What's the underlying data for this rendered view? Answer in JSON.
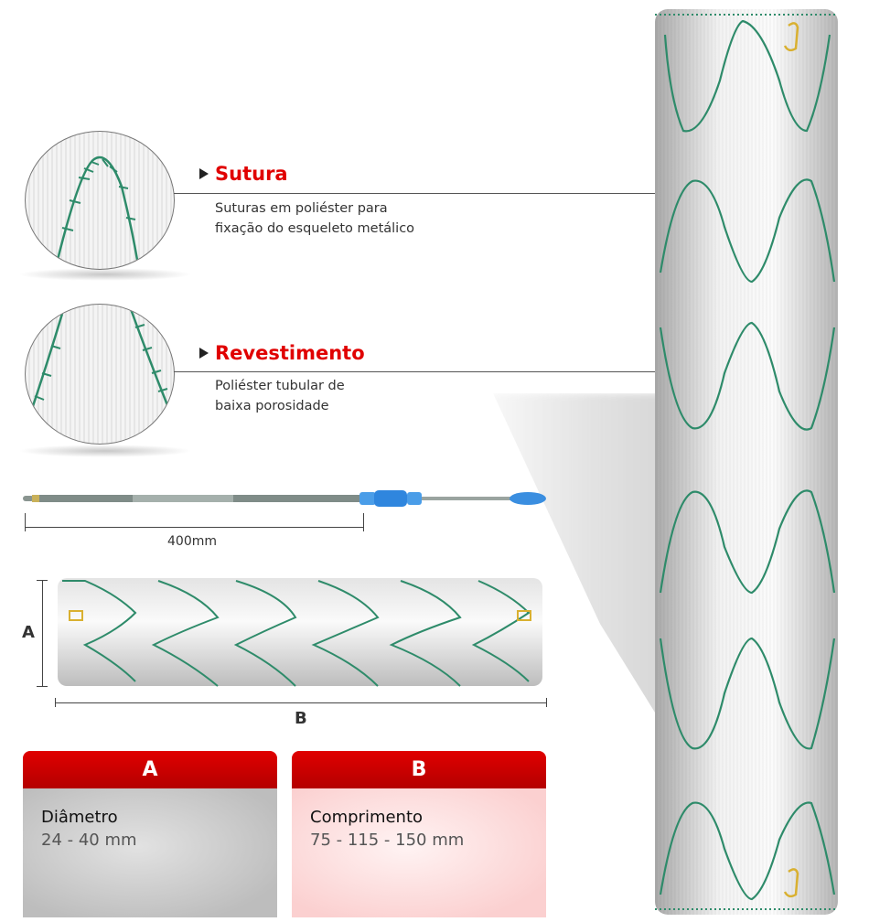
{
  "callouts": [
    {
      "title": "Sutura",
      "description_line1": "Suturas em poliéster para",
      "description_line2": "fixação do esqueleto metálico"
    },
    {
      "title": "Revestimento",
      "description_line1": "Poliéster tubular de",
      "description_line2": "baixa porosidade"
    }
  ],
  "delivery_system": {
    "length_label": "400mm"
  },
  "stent_dimensions": {
    "a_label": "A",
    "b_label": "B"
  },
  "cards": [
    {
      "header": "A",
      "label": "Diâmetro",
      "value": "24 - 40 mm"
    },
    {
      "header": "B",
      "label": "Comprimento",
      "value": "75 - 115 - 150 mm"
    }
  ],
  "colors": {
    "accent_red": "#e00000",
    "suture_green": "#2e8b6a",
    "handle_blue": "#3a8ee0",
    "marker_gold": "#d9b030"
  }
}
